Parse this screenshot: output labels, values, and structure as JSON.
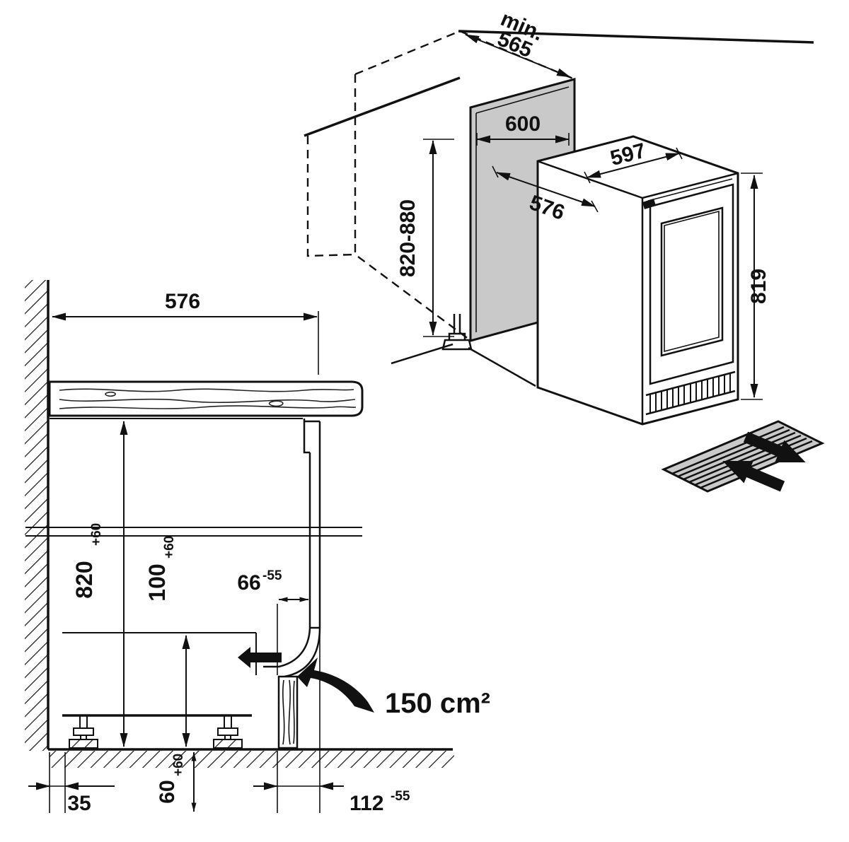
{
  "colors": {
    "line": "#111111",
    "panel": "#c9c9c9",
    "arrow": "#111111"
  },
  "iso": {
    "depth_min_prefix": "min.",
    "depth_min_value": "565",
    "niche_width": "600",
    "niche_height": "820-880",
    "appliance_width": "597",
    "appliance_depth": "576",
    "appliance_height": "819"
  },
  "section": {
    "niche_depth": "576",
    "niche_height": "820",
    "niche_height_tol": "+60",
    "plinth_height": "100",
    "plinth_height_tol": "+60",
    "front_gap": "66",
    "front_gap_tol": "-55",
    "wall_clearance": "35",
    "base_height": "60",
    "base_height_tol": "+60",
    "plinth_recess": "112",
    "plinth_recess_tol": "-55",
    "vent_area": "150 cm²"
  }
}
